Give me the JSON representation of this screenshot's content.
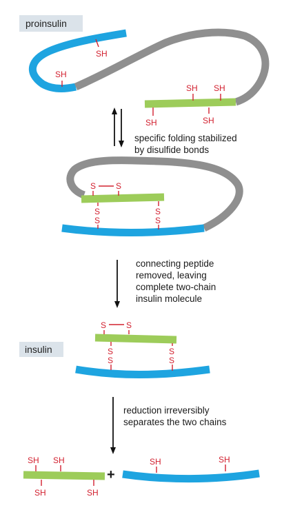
{
  "labels": {
    "proinsulin": "proinsulin",
    "insulin": "insulin",
    "plus": "+",
    "sh": "SH",
    "s": "S"
  },
  "captions": {
    "step1": [
      "specific folding stabilized",
      "by disulfide bonds"
    ],
    "step2": [
      "connecting peptide",
      "removed, leaving",
      "complete two-chain",
      "insulin molecule"
    ],
    "step3": [
      "reduction irreversibly",
      "separates the two chains"
    ]
  },
  "colors": {
    "b_chain": "#1ea4e0",
    "a_chain": "#9dcc5a",
    "c_peptide": "#8f8f8f",
    "bond": "#d2202f",
    "label_bg": "#dbe3ea"
  }
}
